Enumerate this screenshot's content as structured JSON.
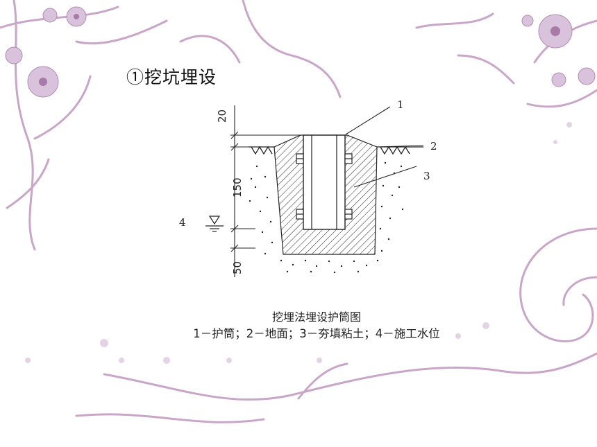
{
  "slide": {
    "heading": "①挖坑埋设",
    "caption_title": "挖埋法埋设护筒图",
    "caption_legend": "1－护筒；2－地面；3－夯填粘土；4－施工水位"
  },
  "diagram": {
    "dimensions": [
      "20",
      "150",
      "50"
    ],
    "callouts": [
      "1",
      "2",
      "3",
      "4"
    ]
  },
  "colors": {
    "ornament": "#c9a6c9",
    "ornament_dark": "#a77aa8",
    "flower": "#d9c2dc",
    "line": "#222222"
  }
}
